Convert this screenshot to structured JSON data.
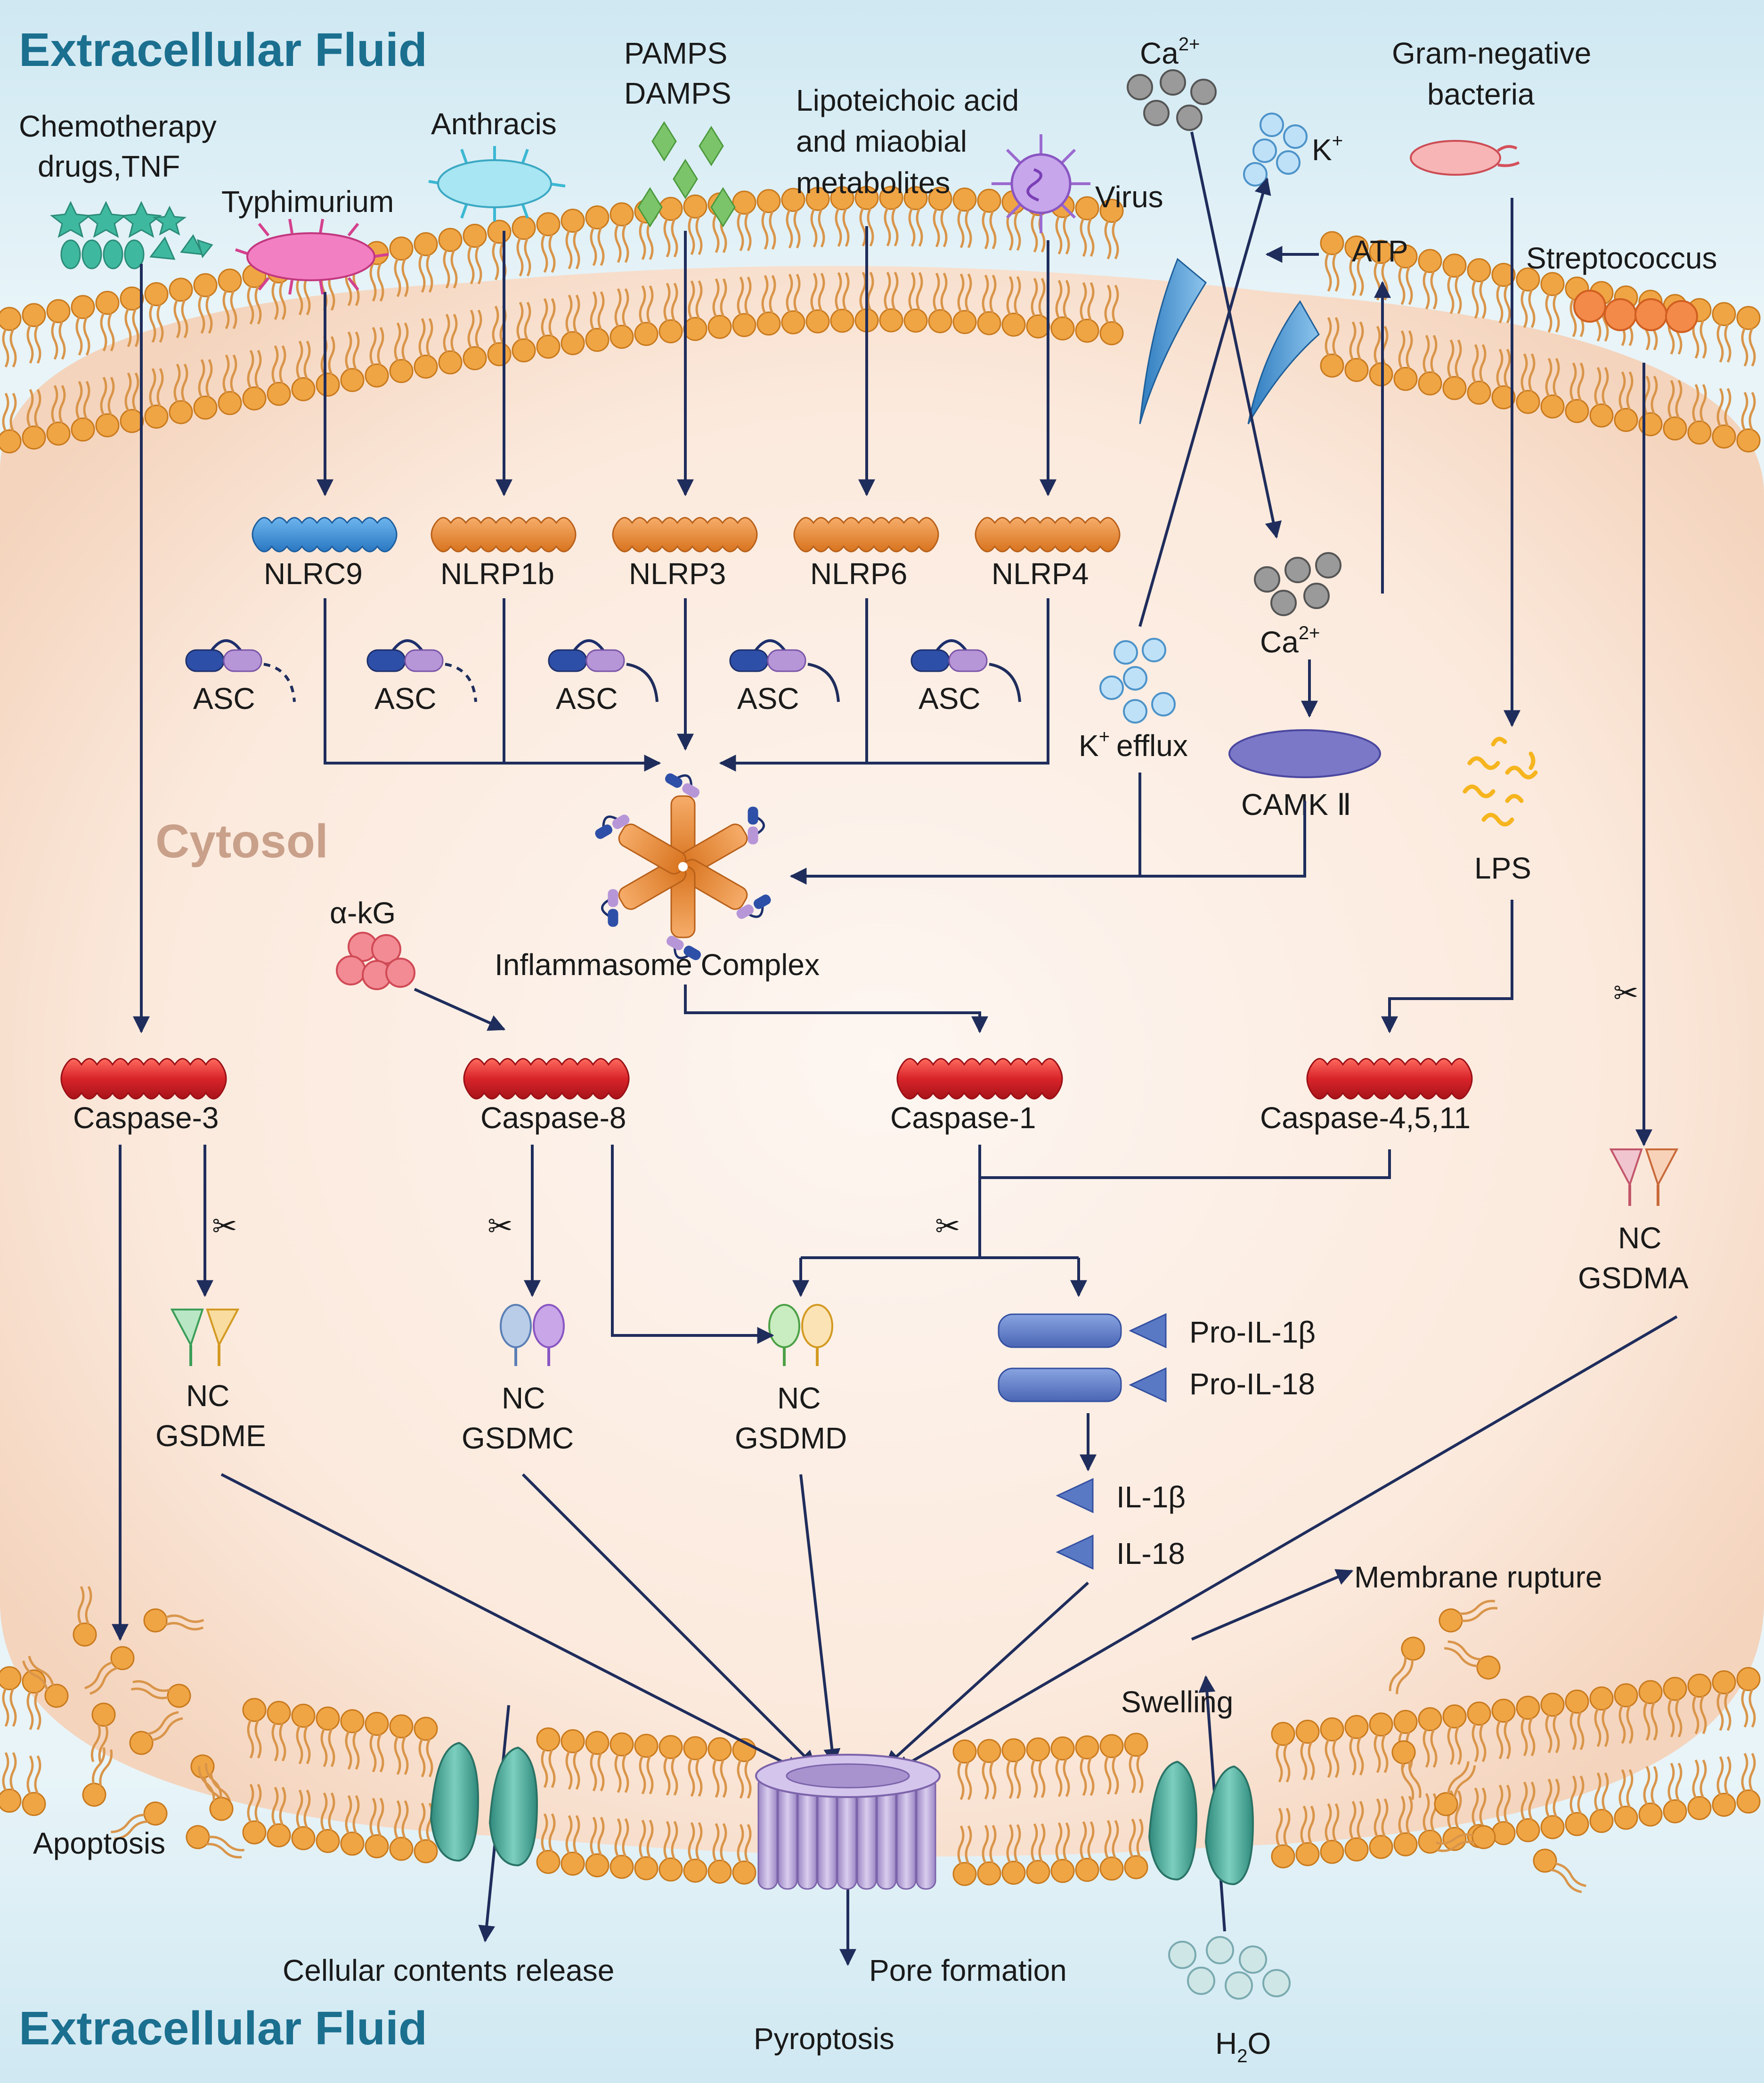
{
  "regions": {
    "extracellular_top": "Extracellular Fluid",
    "extracellular_bottom": "Extracellular Fluid",
    "cytosol": "Cytosol"
  },
  "stimuli": {
    "chemo_line1": "Chemotherapy",
    "chemo_line2": "drugs,TNF",
    "typhimurium": "Typhimurium",
    "anthracis": "Anthracis",
    "pamps": "PAMPS",
    "damps": "DAMPS",
    "lipo_line1": "Lipoteichoic acid",
    "lipo_line2": "and miaobial",
    "lipo_line3": "metabolites",
    "virus": "Virus",
    "ca_top": "Ca",
    "ca_charge": "2+",
    "k_top": "K",
    "k_charge": "+",
    "atp": "ATP",
    "gram_line1": "Gram-negative",
    "gram_line2": "bacteria",
    "streptococcus": "Streptococcus"
  },
  "sensors": {
    "nlrc9": "NLRC9",
    "nlrp1b": "NLRP1b",
    "nlrp3": "NLRP3",
    "nlrp6": "NLRP6",
    "nlrp4": "NLRP4"
  },
  "adaptor": "ASC",
  "cytosol_items": {
    "ca_inside": "Ca",
    "ca_inside_charge": "2+",
    "k_efflux": "K",
    "k_efflux_charge": "+",
    "k_efflux_word": "efflux",
    "camk": "CAMK Ⅱ",
    "lps": "LPS",
    "inflammasome": "Inflammasome Complex",
    "akg": "α-kG"
  },
  "caspases": {
    "c3": "Caspase-3",
    "c8": "Caspase-8",
    "c1": "Caspase-1",
    "c4511": "Caspase-4,5,11"
  },
  "gasdermins": {
    "nc": "NC",
    "gsdme": "GSDME",
    "gsdmc": "GSDMC",
    "gsdmd": "GSDMD",
    "gsdma": "GSDMA"
  },
  "cytokines": {
    "pro_il1b": "Pro-IL-1β",
    "pro_il18": "Pro-IL-18",
    "il1b": "IL-1β",
    "il18": "IL-18"
  },
  "outcomes": {
    "membrane_rupture": "Membrane rupture",
    "swelling": "Swelling",
    "apoptosis": "Apoptosis",
    "cellular_contents": "Cellular contents release",
    "pore_formation": "Pore formation",
    "pyroptosis": "Pyroptosis",
    "water": "H",
    "water_sub": "2",
    "water_o": "O"
  },
  "colors": {
    "region_title": "#1b6f8f",
    "cytosol_title": "#c9a08a",
    "arrow": "#1f2d5c",
    "lipid_head": "#f0a545",
    "caspase": "#d8242a",
    "nlr_orange": "#e98a35",
    "nlr_blue": "#3b8fd6",
    "channel_teal": "#3f9c8c",
    "pore_purple": "#b8a6d6",
    "camk": "#7b78c8",
    "cytokine_blue": "#5a79c4"
  }
}
